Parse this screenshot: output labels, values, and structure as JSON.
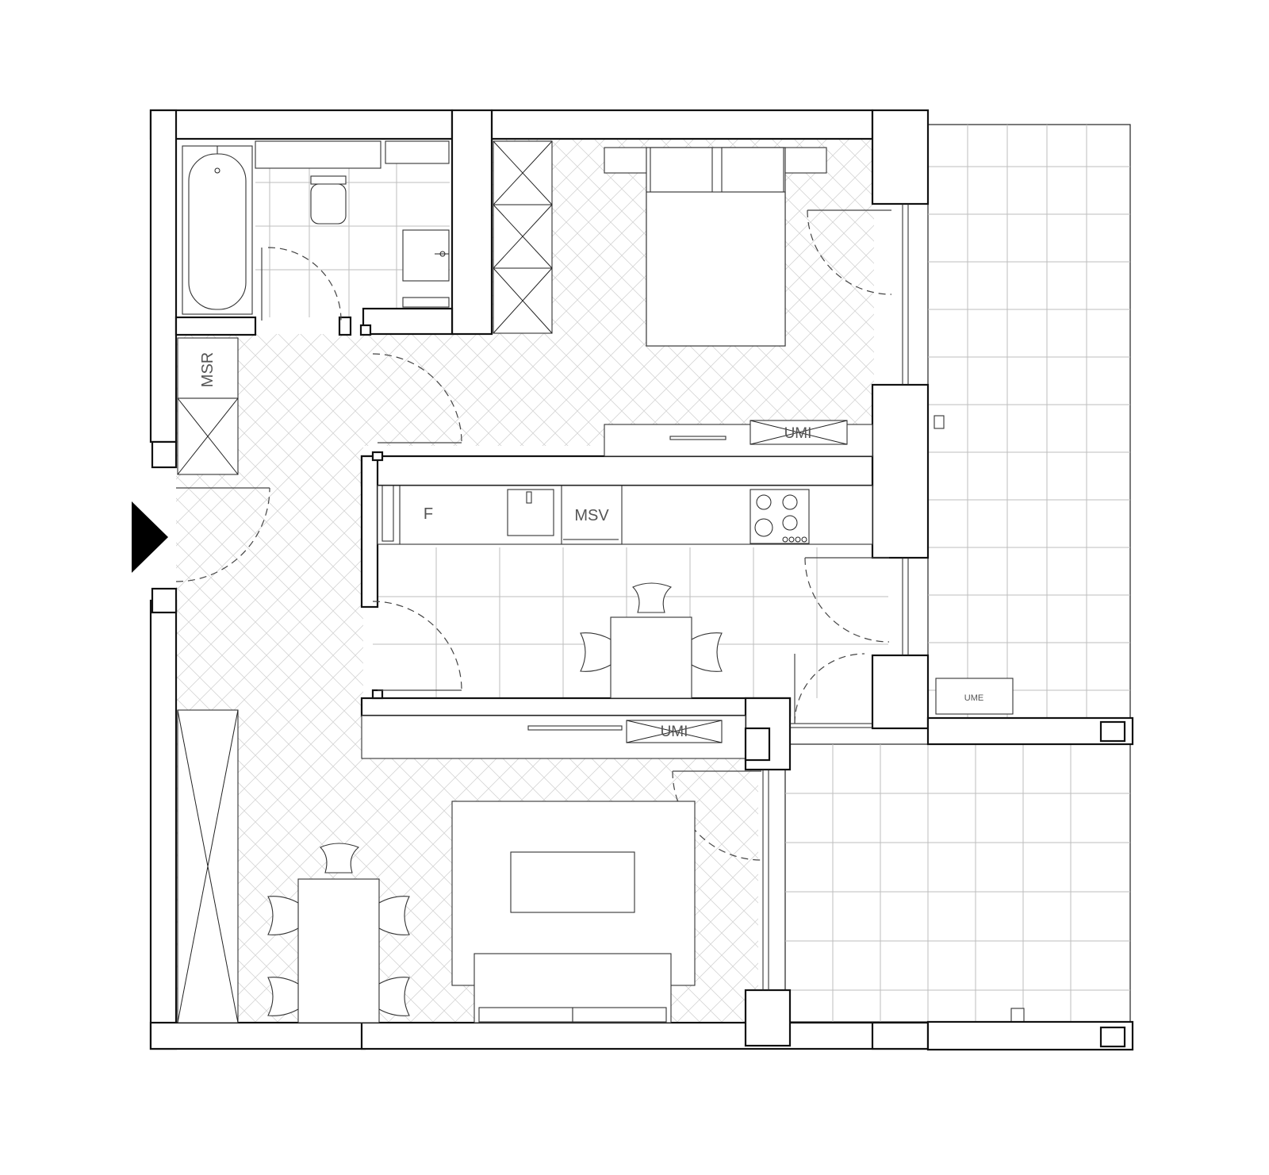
{
  "labels": {
    "msr": "MSR",
    "fridge": "F",
    "msv": "MSV",
    "umi_bedroom": "UMI",
    "umi_living": "UMI",
    "ume_terrace": "UME"
  },
  "colors": {
    "wall": "#111111",
    "floor_hatch": "#cfcfcf",
    "tile_grid": "#bdbdbd",
    "entrance_marker": "#000000"
  },
  "icons": [
    "entrance-arrow-icon",
    "bathtub-icon",
    "toilet-icon",
    "washbasin-icon",
    "hob-icon",
    "sink-icon",
    "chair-icon"
  ]
}
